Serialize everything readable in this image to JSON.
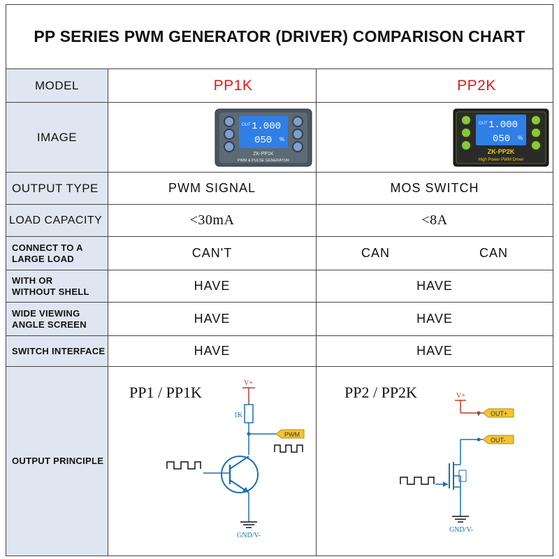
{
  "title": "PP SERIES PWM GENERATOR (DRIVER) COMPARISON CHART",
  "row_labels": {
    "model": "MODEL",
    "image": "IMAGE",
    "output_type": "OUTPUT TYPE",
    "load_capacity": "LOAD CAPACITY",
    "connect_large_load_1": "CONNECT TO A",
    "connect_large_load_2": "LARGE LOAD",
    "shell_1": "WITH OR",
    "shell_2": "WITHOUT SHELL",
    "viewing_1": "WIDE VIEWING",
    "viewing_2": "ANGLE SCREEN",
    "switch_interface": "SWITCH INTERFACE",
    "output_principle": "OUTPUT PRINCIPLE"
  },
  "pp1k": {
    "model": "PP1K",
    "output_type": "PWM SIGNAL",
    "load_capacity": "<30mA",
    "connect_large_load": "CAN'T",
    "shell": "HAVE",
    "viewing": "HAVE",
    "switch_interface": "HAVE",
    "device": {
      "line1": "1.000",
      "line2": "050",
      "unit": "%",
      "out": "OUT",
      "name": "ZK-PP1K",
      "caption": "PWM & PULSE GENERATOR"
    },
    "circuit": {
      "heading": "PP1 / PP1K",
      "vplus": "V+",
      "resistor": "1K",
      "output_tag": "PWM",
      "ground": "GND/V-"
    }
  },
  "pp2k": {
    "model": "PP2K",
    "output_type": "MOS SWITCH",
    "load_capacity": "<8A",
    "connect_large_load_a": "CAN",
    "connect_large_load_b": "CAN",
    "shell": "HAVE",
    "viewing": "HAVE",
    "switch_interface": "HAVE",
    "device": {
      "line1": "1.000",
      "line2": "050",
      "unit": "%",
      "out": "OUT",
      "name": "ZK-PP2K",
      "caption": "High Power PWM Driver"
    },
    "circuit": {
      "heading": "PP2 / PP2K",
      "vplus": "V+",
      "out_plus": "OUT+",
      "out_minus": "OUT-",
      "ground": "GND/V-"
    }
  },
  "colors": {
    "label_bg": "#dfe6f1",
    "model_red": "#e21a1a",
    "lcd_blue": "#2f7fe6",
    "wire_red": "#c0392b",
    "wire_blue": "#1e6fb0",
    "tag_yellow": "#f4c430"
  }
}
